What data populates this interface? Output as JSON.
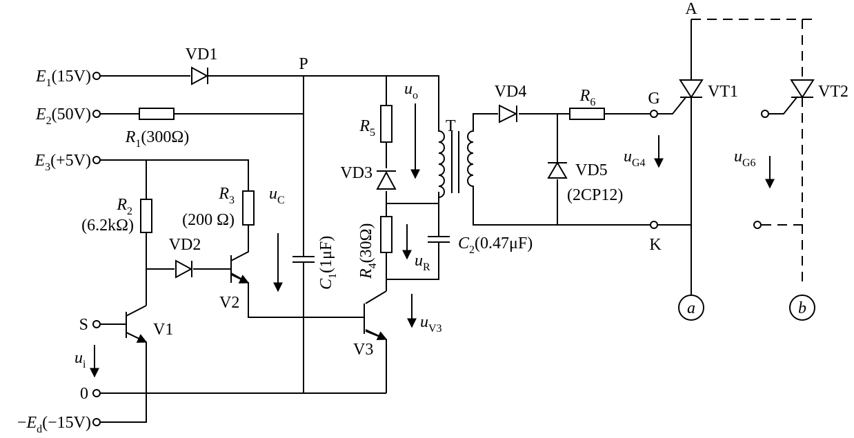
{
  "terminals": {
    "e1_sym": "E",
    "e1_sub": "1",
    "e1_val": "(15V)",
    "e2_sym": "E",
    "e2_sub": "2",
    "e2_val": "(50V)",
    "e3_sym": "E",
    "e3_sub": "3",
    "e3_val": "(+5V)",
    "s": "S",
    "zero": "0",
    "ed_pre": "−",
    "ed_sym": "E",
    "ed_sub": "d",
    "ed_val": "(−15V)"
  },
  "nodes": {
    "p": "P",
    "a": "A",
    "g": "G",
    "k": "K"
  },
  "components": {
    "vd1": "VD1",
    "vd2": "VD2",
    "vd3": "VD3",
    "vd4": "VD4",
    "vd5": "VD5",
    "vd5_type": "(2CP12)",
    "r1_sym": "R",
    "r1_sub": "1",
    "r1_val": "(300Ω)",
    "r2_sym": "R",
    "r2_sub": "2",
    "r2_val": "(6.2kΩ)",
    "r3_sym": "R",
    "r3_sub": "3",
    "r3_val": "(200 Ω)",
    "r4_sym": "R",
    "r4_sub": "4",
    "r4_val": "(30Ω)",
    "r5_sym": "R",
    "r5_sub": "5",
    "r6_sym": "R",
    "r6_sub": "6",
    "c1_sym": "C",
    "c1_sub": "1",
    "c1_val": "(1μF)",
    "c2_sym": "C",
    "c2_sub": "2",
    "c2_val": "(0.47μF)",
    "v1": "V1",
    "v2": "V2",
    "v3": "V3",
    "t": "T",
    "vt1": "VT1",
    "vt2": "VT2"
  },
  "voltages": {
    "uc_sym": "u",
    "uc_sub": "C",
    "uo_sym": "u",
    "uo_sub": "o",
    "ur_sym": "u",
    "ur_sub": "R",
    "uv3_sym": "u",
    "uv3_sub": "V3",
    "ug4_sym": "u",
    "ug4_sub": "G4",
    "ug6_sym": "u",
    "ug6_sub": "G6",
    "ui_sym": "u",
    "ui_sub": "i"
  },
  "circles": {
    "a": "a",
    "b": "b"
  }
}
